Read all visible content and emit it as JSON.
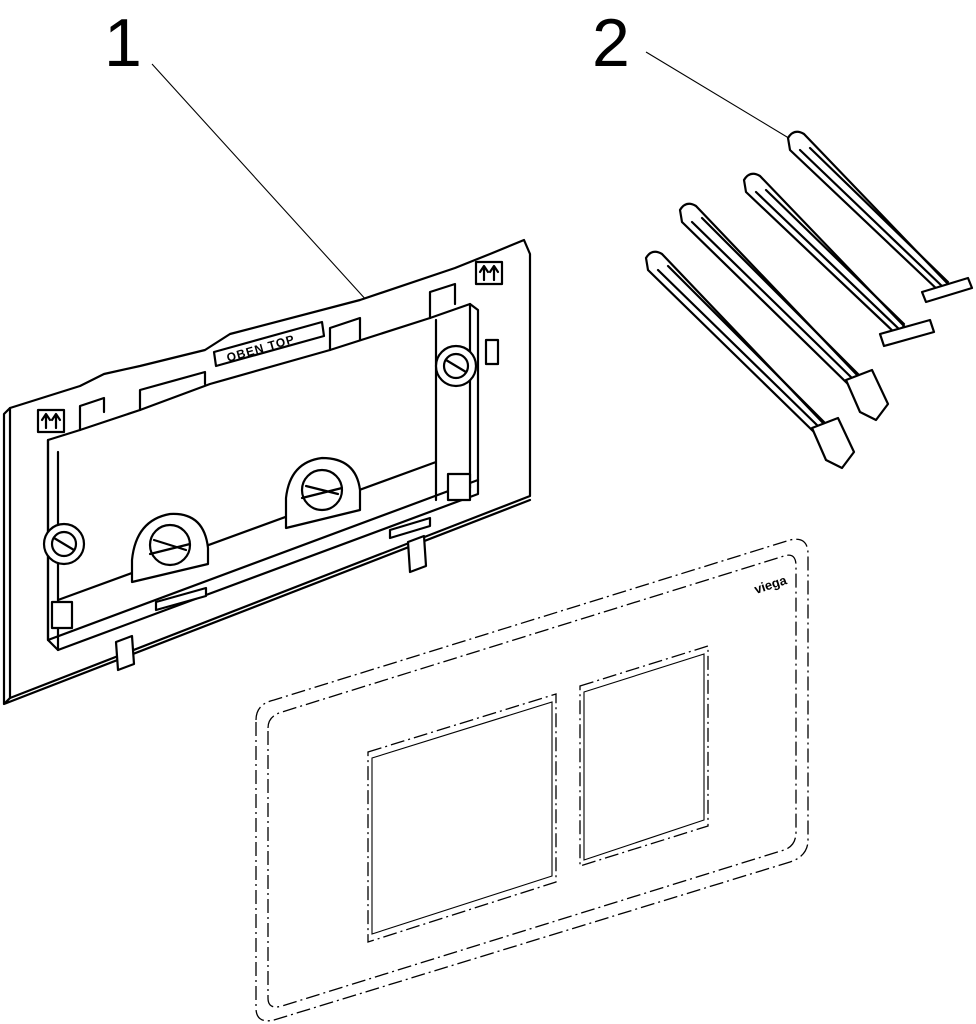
{
  "callouts": {
    "item1": "1",
    "item2": "2"
  },
  "frame": {
    "label": "OBEN TOP"
  },
  "flush_plate": {
    "brand": "viega"
  }
}
